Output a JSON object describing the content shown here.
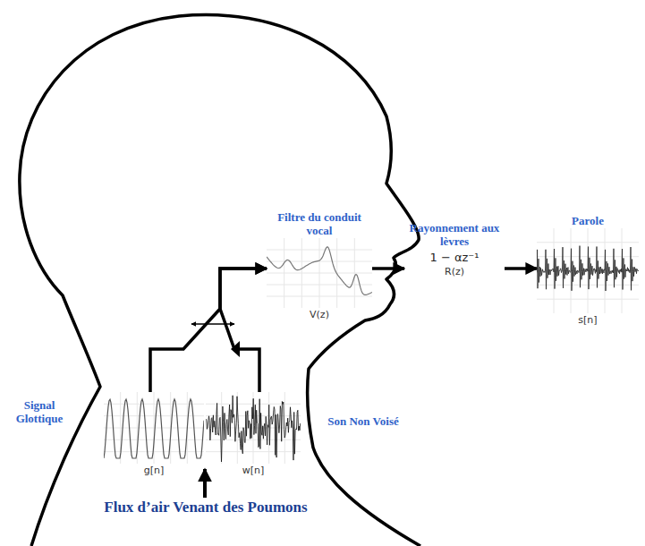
{
  "diagram": {
    "nodes": [
      {
        "text": [
          "g[n]"
        ]
      },
      {
        "text": [
          "w[n]"
        ]
      },
      {
        "text": [
          "Filtre du conduit vocal",
          "V(z)"
        ]
      },
      {
        "text": [
          "Rayonnement aux lèvres",
          "1 − αz⁻¹",
          "R(z)"
        ]
      },
      {
        "text": [
          "Parole",
          "s[n]"
        ]
      }
    ],
    "edges": [
      {
        "from": 0,
        "to": 2,
        "arrow": "to"
      },
      {
        "from": 1,
        "to": 2,
        "arrow": "to"
      },
      {
        "from": 2,
        "to": 3,
        "arrow": "to"
      },
      {
        "from": 3,
        "to": 4,
        "arrow": "to"
      }
    ],
    "labels": [
      "Signal Glottique",
      "Son Non Voisé",
      "Flux d’air Venant des Poumons"
    ]
  }
}
